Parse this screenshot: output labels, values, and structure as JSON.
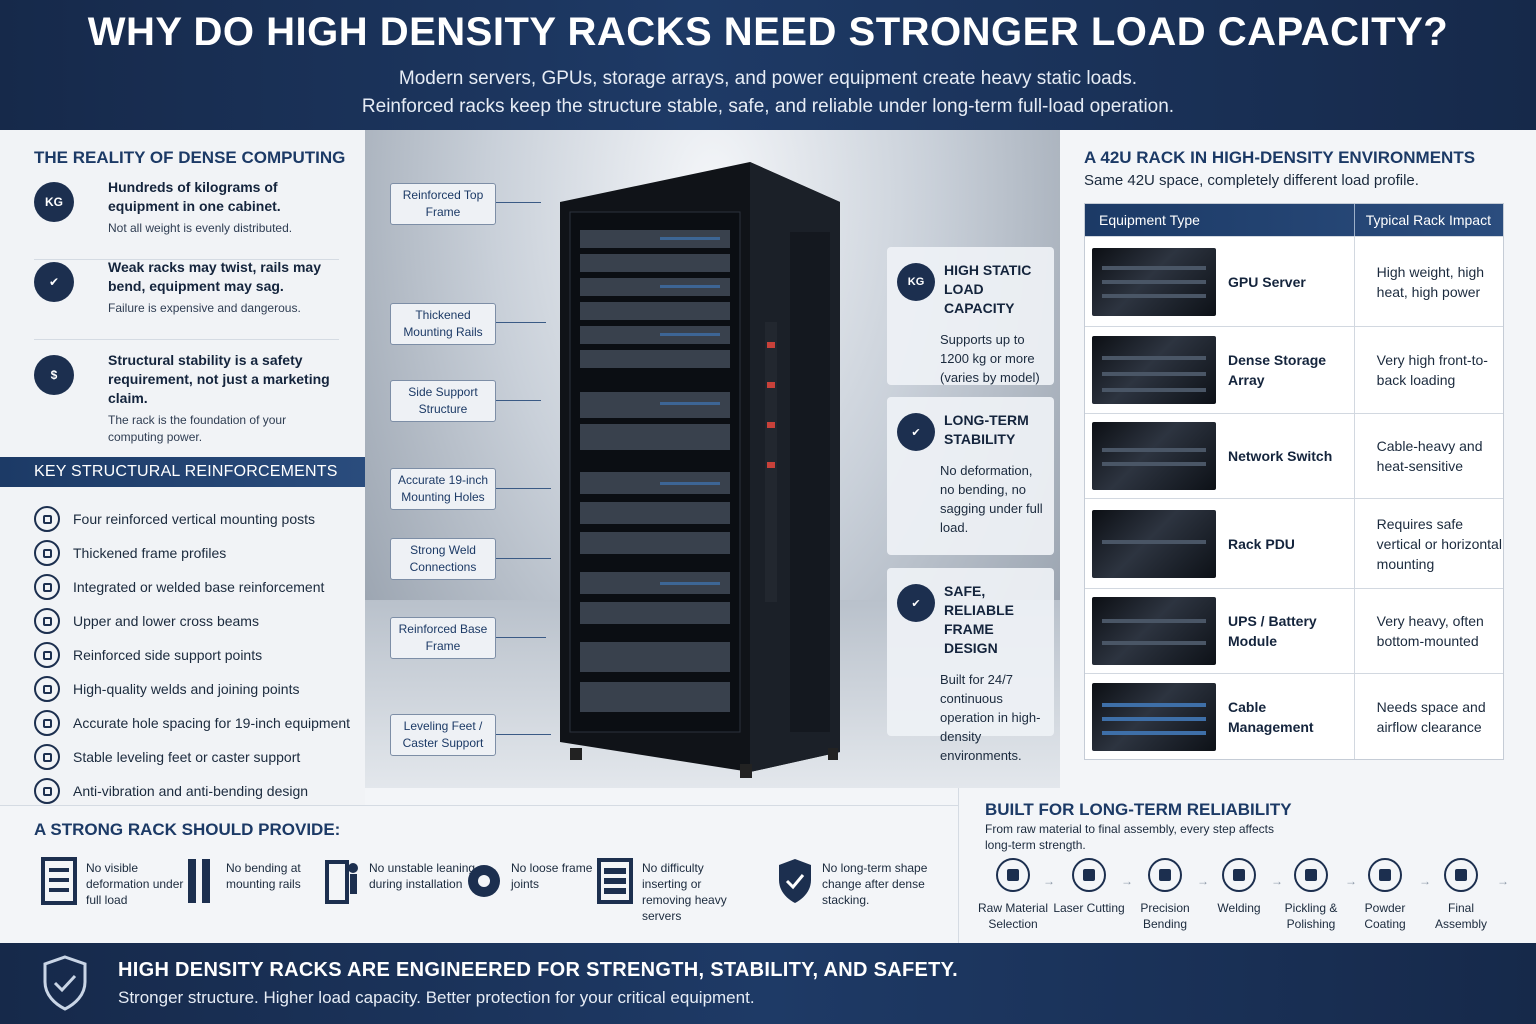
{
  "header": {
    "title": "WHY DO HIGH DENSITY RACKS NEED STRONGER LOAD CAPACITY?",
    "line1": "Modern servers, GPUs, storage arrays, and power equipment create heavy static loads.",
    "line2": "Reinforced racks keep the structure stable, safe, and reliable under long-term full-load operation."
  },
  "reality": {
    "title": "THE REALITY OF DENSE COMPUTING",
    "items": [
      {
        "icon": "KG",
        "bold": "Hundreds of kilograms of equipment in one cabinet.",
        "small": "Not all weight is evenly distributed."
      },
      {
        "icon": "✔",
        "bold": "Weak racks may twist, rails may bend, equipment may sag.",
        "small": "Failure is expensive and dangerous."
      },
      {
        "icon": "$",
        "bold": "Structural stability is a safety requirement, not just a marketing claim.",
        "small": "The rack is the foundation of your computing power."
      }
    ]
  },
  "reinforcements": {
    "title": "KEY STRUCTURAL REINFORCEMENTS",
    "items": [
      "Four reinforced vertical mounting posts",
      "Thickened frame profiles",
      "Integrated or welded base reinforcement",
      "Upper and lower cross beams",
      "Reinforced side support points",
      "High-quality welds and joining points",
      "Accurate hole spacing for 19-inch equipment",
      "Stable leveling feet or caster support",
      "Anti-vibration and anti-bending design"
    ]
  },
  "rack_labels": [
    "Reinforced Top Frame",
    "Thickened Mounting Rails",
    "Side Support Structure",
    "Accurate 19-inch Mounting Holes",
    "Strong Weld Connections",
    "Reinforced Base Frame",
    "Leveling Feet / Caster Support"
  ],
  "features": [
    {
      "icon": "KG",
      "title": "HIGH STATIC LOAD CAPACITY",
      "body": "Supports up to 1200 kg or more (varies by model)"
    },
    {
      "icon": "✔",
      "title": "LONG-TERM STABILITY",
      "body": "No deformation, no bending, no sagging under full load."
    },
    {
      "icon": "✔",
      "title": "SAFE, RELIABLE FRAME DESIGN",
      "body": "Built for 24/7 continuous operation in high-density environments."
    }
  ],
  "environment": {
    "title": "A 42U RACK IN HIGH-DENSITY ENVIRONMENTS",
    "subtitle": "Same 42U space, completely different load profile.",
    "col1": "Equipment Type",
    "col2": "Typical Rack Impact",
    "rows": [
      {
        "name": "GPU Server",
        "impact": "High weight, high heat, high power"
      },
      {
        "name": "Dense Storage Array",
        "impact": "Very high front-to-back loading"
      },
      {
        "name": "Network Switch",
        "impact": "Cable-heavy and heat-sensitive"
      },
      {
        "name": "Rack PDU",
        "impact": "Requires safe vertical or horizontal mounting"
      },
      {
        "name": "UPS / Battery Module",
        "impact": "Very heavy, often bottom-mounted"
      },
      {
        "name": "Cable Management",
        "impact": "Needs space and airflow clearance"
      }
    ]
  },
  "provide": {
    "title": "A STRONG RACK SHOULD PROVIDE:",
    "items": [
      "No visible deformation under full load",
      "No bending at mounting rails",
      "No unstable leaning during installation",
      "No loose frame joints",
      "No difficulty inserting or removing heavy servers",
      "No long-term shape change after dense stacking."
    ]
  },
  "reliability": {
    "title": "BUILT FOR LONG-TERM RELIABILITY",
    "subtitle": "From raw material to final assembly, every step affects long-term strength.",
    "steps": [
      "Raw Material Selection",
      "Laser Cutting",
      "Precision Bending",
      "Welding",
      "Pickling & Polishing",
      "Powder Coating",
      "Final Assembly"
    ]
  },
  "footer": {
    "title": "HIGH DENSITY RACKS ARE ENGINEERED FOR STRENGTH, STABILITY, AND SAFETY.",
    "subtitle": "Stronger structure. Higher load capacity. Better protection for your critical equipment."
  }
}
